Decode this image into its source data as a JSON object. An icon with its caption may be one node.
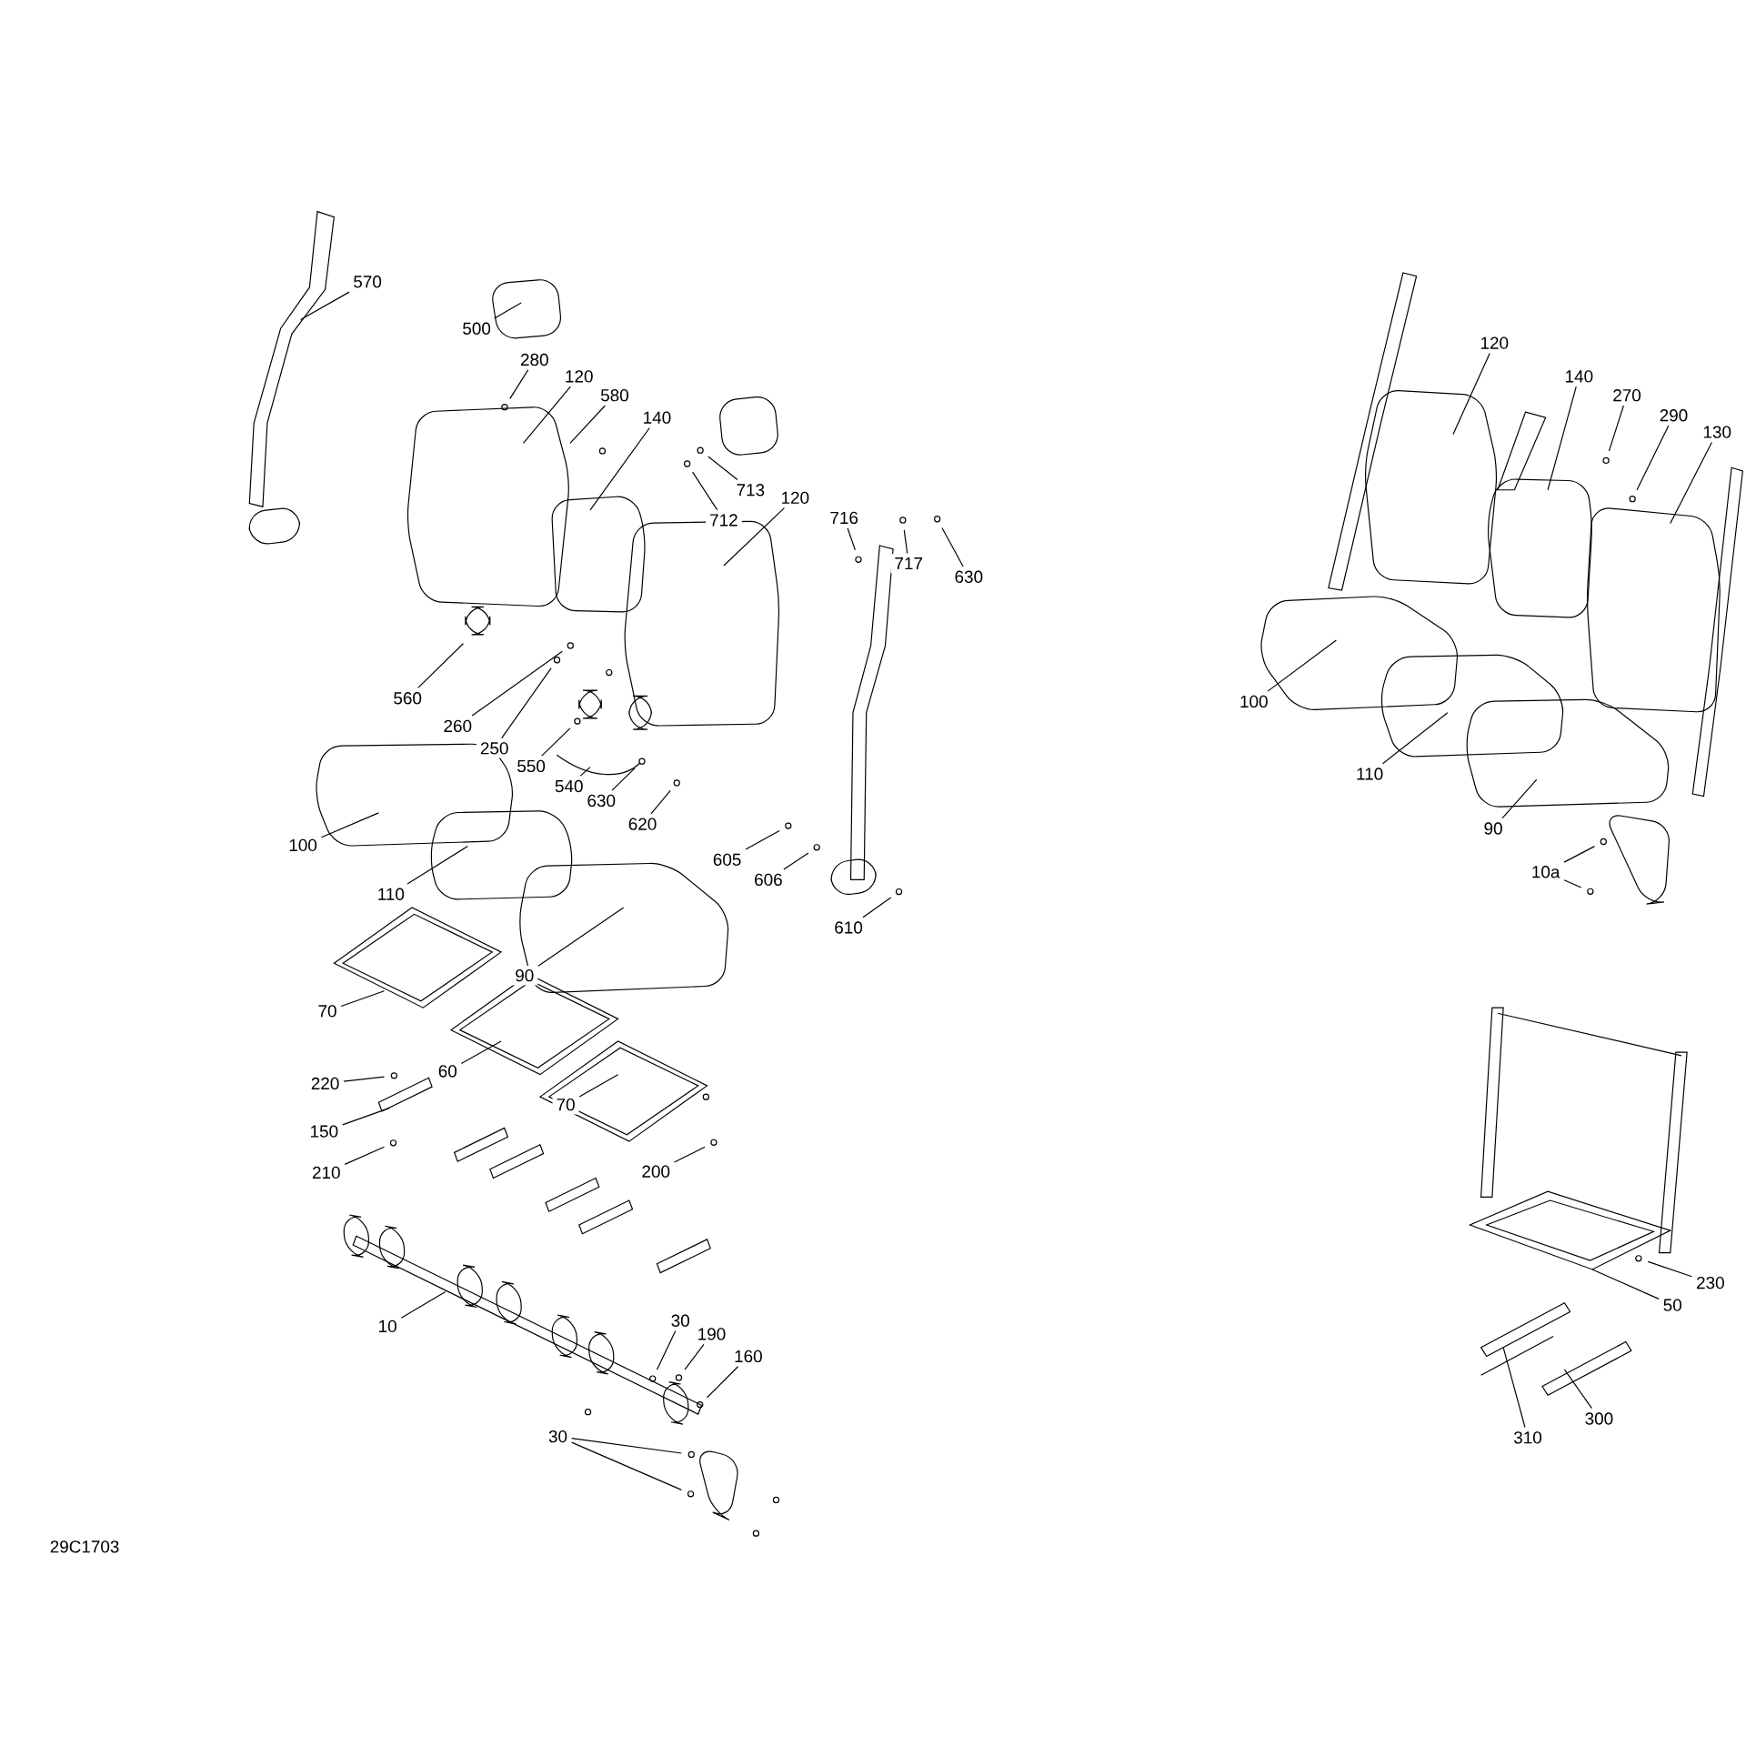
{
  "diagram": {
    "nodes": [
      {
        "text": [
          "570"
        ]
      },
      {
        "text": [
          "500"
        ]
      },
      {
        "text": [
          "280"
        ]
      },
      {
        "text": [
          "120"
        ]
      },
      {
        "text": [
          "580"
        ]
      },
      {
        "text": [
          "140"
        ]
      },
      {
        "text": [
          "713"
        ]
      },
      {
        "text": [
          "712"
        ]
      },
      {
        "text": [
          "120"
        ]
      },
      {
        "text": [
          "716"
        ]
      },
      {
        "text": [
          "717"
        ]
      },
      {
        "text": [
          "630"
        ]
      },
      {
        "text": [
          "560"
        ]
      },
      {
        "text": [
          "260"
        ]
      },
      {
        "text": [
          "250"
        ]
      },
      {
        "text": [
          "550"
        ]
      },
      {
        "text": [
          "540"
        ]
      },
      {
        "text": [
          "630"
        ]
      },
      {
        "text": [
          "620"
        ]
      },
      {
        "text": [
          "100"
        ]
      },
      {
        "text": [
          "605"
        ]
      },
      {
        "text": [
          "606"
        ]
      },
      {
        "text": [
          "110"
        ]
      },
      {
        "text": [
          "610"
        ]
      },
      {
        "text": [
          "90"
        ]
      },
      {
        "text": [
          "70"
        ]
      },
      {
        "text": [
          "60"
        ]
      },
      {
        "text": [
          "220"
        ]
      },
      {
        "text": [
          "150"
        ]
      },
      {
        "text": [
          "70"
        ]
      },
      {
        "text": [
          "210"
        ]
      },
      {
        "text": [
          "200"
        ]
      },
      {
        "text": [
          "10"
        ]
      },
      {
        "text": [
          "30"
        ]
      },
      {
        "text": [
          "190"
        ]
      },
      {
        "text": [
          "160"
        ]
      },
      {
        "text": [
          "30"
        ]
      },
      {
        "text": [
          "120"
        ]
      },
      {
        "text": [
          "140"
        ]
      },
      {
        "text": [
          "270"
        ]
      },
      {
        "text": [
          "290"
        ]
      },
      {
        "text": [
          "130"
        ]
      },
      {
        "text": [
          "100"
        ]
      },
      {
        "text": [
          "110"
        ]
      },
      {
        "text": [
          "90"
        ]
      },
      {
        "text": [
          "10a"
        ]
      },
      {
        "text": [
          "230"
        ]
      },
      {
        "text": [
          "50"
        ]
      },
      {
        "text": [
          "300"
        ]
      },
      {
        "text": [
          "310"
        ]
      }
    ],
    "edges": [
      {
        "from": 0,
        "to": null,
        "arrow": "none"
      },
      {
        "from": 1,
        "to": null,
        "arrow": "none"
      },
      {
        "from": 2,
        "to": null,
        "arrow": "none"
      },
      {
        "from": 3,
        "to": null,
        "arrow": "none"
      },
      {
        "from": 4,
        "to": null,
        "arrow": "none"
      },
      {
        "from": 5,
        "to": null,
        "arrow": "none"
      },
      {
        "from": 6,
        "to": null,
        "arrow": "none"
      },
      {
        "from": 7,
        "to": null,
        "arrow": "none"
      },
      {
        "from": 8,
        "to": null,
        "arrow": "none"
      },
      {
        "from": 9,
        "to": null,
        "arrow": "none"
      },
      {
        "from": 10,
        "to": null,
        "arrow": "none"
      },
      {
        "from": 11,
        "to": null,
        "arrow": "none"
      },
      {
        "from": 12,
        "to": null,
        "arrow": "none"
      },
      {
        "from": 13,
        "to": null,
        "arrow": "none"
      },
      {
        "from": 14,
        "to": null,
        "arrow": "none"
      },
      {
        "from": 15,
        "to": null,
        "arrow": "none"
      },
      {
        "from": 16,
        "to": null,
        "arrow": "none"
      },
      {
        "from": 17,
        "to": null,
        "arrow": "none"
      },
      {
        "from": 18,
        "to": null,
        "arrow": "none"
      },
      {
        "from": 19,
        "to": null,
        "arrow": "none"
      },
      {
        "from": 20,
        "to": null,
        "arrow": "none"
      },
      {
        "from": 21,
        "to": null,
        "arrow": "none"
      },
      {
        "from": 22,
        "to": null,
        "arrow": "none"
      },
      {
        "from": 23,
        "to": null,
        "arrow": "none"
      },
      {
        "from": 24,
        "to": null,
        "arrow": "none"
      },
      {
        "from": 25,
        "to": null,
        "arrow": "none"
      },
      {
        "from": 26,
        "to": null,
        "arrow": "none"
      },
      {
        "from": 27,
        "to": null,
        "arrow": "none"
      },
      {
        "from": 28,
        "to": null,
        "arrow": "none"
      },
      {
        "from": 29,
        "to": null,
        "arrow": "none"
      },
      {
        "from": 30,
        "to": null,
        "arrow": "none"
      },
      {
        "from": 31,
        "to": null,
        "arrow": "none"
      },
      {
        "from": 32,
        "to": null,
        "arrow": "none"
      },
      {
        "from": 33,
        "to": null,
        "arrow": "none"
      },
      {
        "from": 34,
        "to": null,
        "arrow": "none"
      },
      {
        "from": 35,
        "to": null,
        "arrow": "none"
      },
      {
        "from": 36,
        "to": null,
        "arrow": "none"
      },
      {
        "from": 36,
        "to": null,
        "arrow": "none"
      },
      {
        "from": 37,
        "to": null,
        "arrow": "none"
      },
      {
        "from": 38,
        "to": null,
        "arrow": "none"
      },
      {
        "from": 39,
        "to": null,
        "arrow": "none"
      },
      {
        "from": 40,
        "to": null,
        "arrow": "none"
      },
      {
        "from": 41,
        "to": null,
        "arrow": "none"
      },
      {
        "from": 42,
        "to": null,
        "arrow": "none"
      },
      {
        "from": 43,
        "to": null,
        "arrow": "none"
      },
      {
        "from": 44,
        "to": null,
        "arrow": "none"
      },
      {
        "from": 45,
        "to": null,
        "arrow": "none"
      },
      {
        "from": 45,
        "to": null,
        "arrow": "none"
      },
      {
        "from": 46,
        "to": null,
        "arrow": "none"
      },
      {
        "from": 47,
        "to": null,
        "arrow": "none"
      },
      {
        "from": 48,
        "to": null,
        "arrow": "none"
      },
      {
        "from": 49,
        "to": null,
        "arrow": "none"
      }
    ],
    "labels": [
      "29C1703"
    ]
  }
}
